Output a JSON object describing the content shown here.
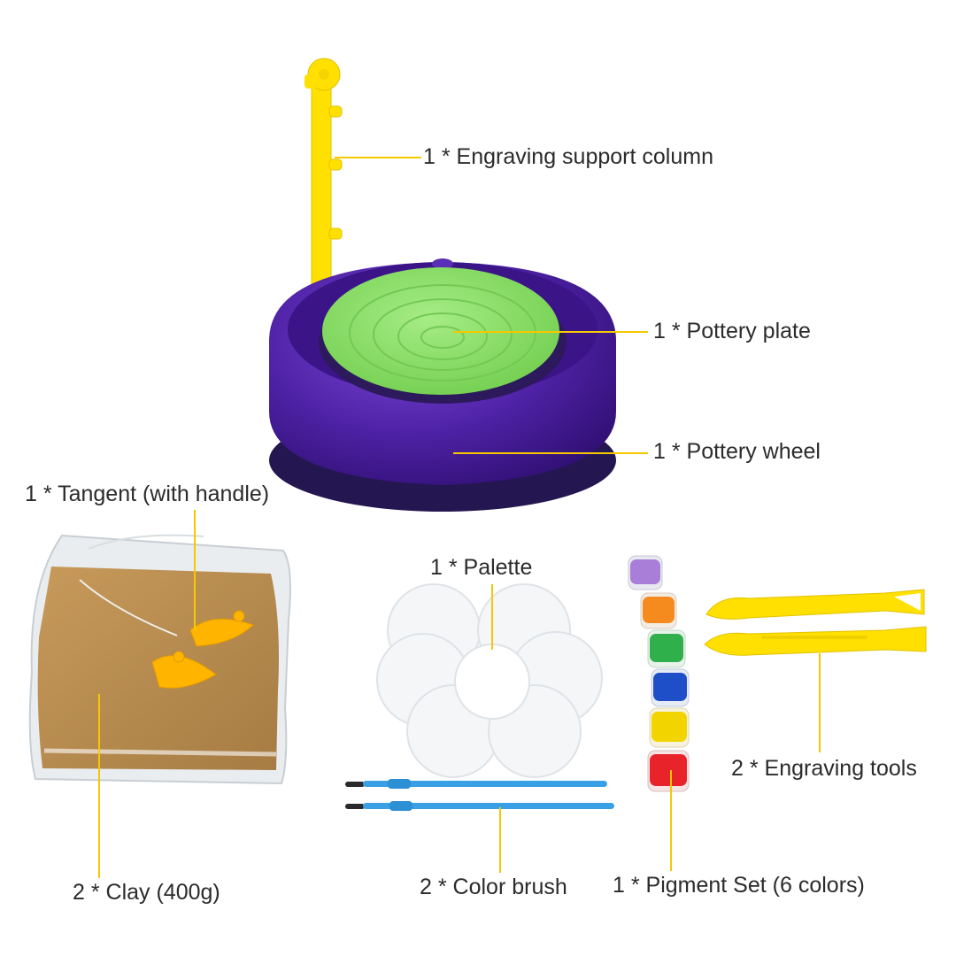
{
  "labels": {
    "column": "1 * Engraving support column",
    "plate": "1 * Pottery plate",
    "wheel": "1 * Pottery wheel",
    "tangent": "1 * Tangent (with handle)",
    "palette": "1 * Palette",
    "tools": "2 * Engraving tools",
    "clay": "2 * Clay (400g)",
    "brush": "2 * Color brush",
    "pigment": "1 * Pigment Set (6 colors)"
  },
  "colors": {
    "leader_line": "#f5c800",
    "wheel_body": "#4b1f9c",
    "plate": "#8ee06a",
    "column": "#ffe000",
    "clay": "#b58a4d",
    "brush_handle": "#3aa0e6"
  },
  "pigment_colors": [
    "#a87ed8",
    "#f58b1e",
    "#2fb04a",
    "#1f4fc8",
    "#f2d500",
    "#e8232a"
  ],
  "icons": {
    "column": "support-column-icon",
    "wheel": "pottery-wheel-icon",
    "clay": "clay-bag-icon",
    "tangent": "tangent-cutter-icon",
    "palette": "palette-icon",
    "brush": "brush-icon",
    "pigment": "pigment-jar-icon",
    "tools": "engraving-tool-icon"
  }
}
